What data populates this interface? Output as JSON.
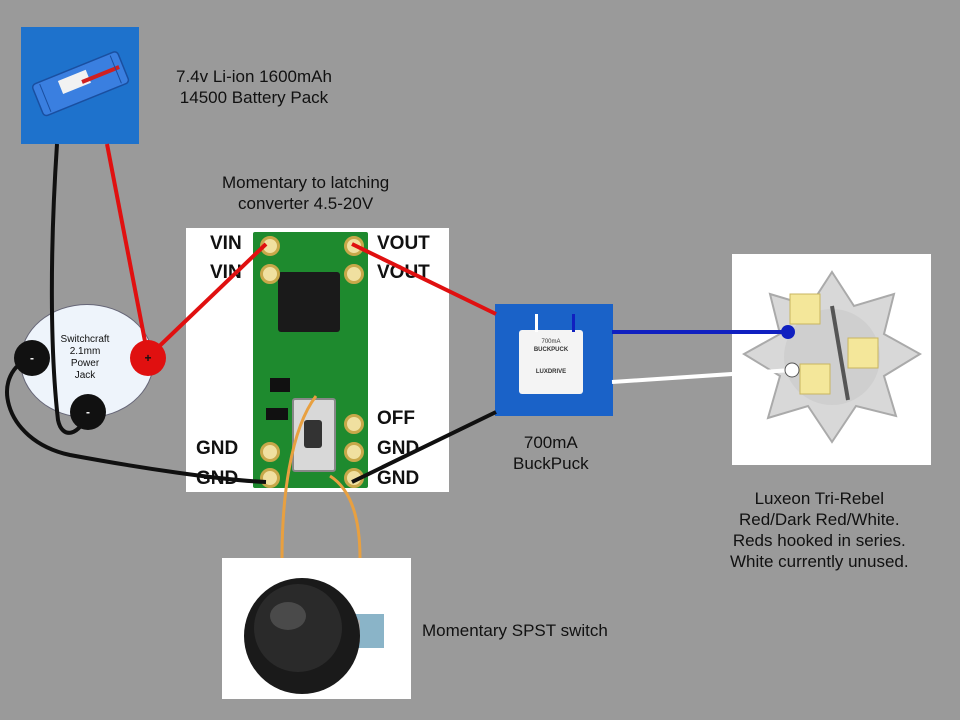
{
  "battery": {
    "label_lines": [
      "7.4v Li-ion 1600mAh",
      "14500 Battery Pack"
    ]
  },
  "converter": {
    "title_lines": [
      "Momentary to latching",
      "converter 4.5-20V"
    ],
    "pins_left": [
      "VIN",
      "VIN",
      "GND",
      "GND"
    ],
    "pins_right": [
      "VOUT",
      "VOUT",
      "OFF",
      "GND",
      "GND"
    ]
  },
  "power_jack": {
    "label_lines": [
      "Switchcraft",
      "2.1mm",
      "Power",
      "Jack"
    ],
    "terminal_neg": "-",
    "terminal_pos": "+"
  },
  "buckpuck": {
    "label_lines": [
      "700mA",
      "BuckPuck"
    ],
    "part_text": [
      "700mA",
      "BUCKPUCK",
      "LUXDRIVE"
    ]
  },
  "led": {
    "label_lines": [
      "Luxeon Tri-Rebel",
      "Red/Dark Red/White.",
      "Reds hooked in series.",
      "White currently unused."
    ]
  },
  "switch": {
    "label": "Momentary SPST switch"
  },
  "colors": {
    "background": "#9a9a9a",
    "wire_red": "#e01010",
    "wire_black": "#101010",
    "wire_blue": "#1020c0",
    "wire_white": "#ffffff",
    "wire_orange": "#e8a040",
    "pcb_green": "#1e8a2e"
  }
}
